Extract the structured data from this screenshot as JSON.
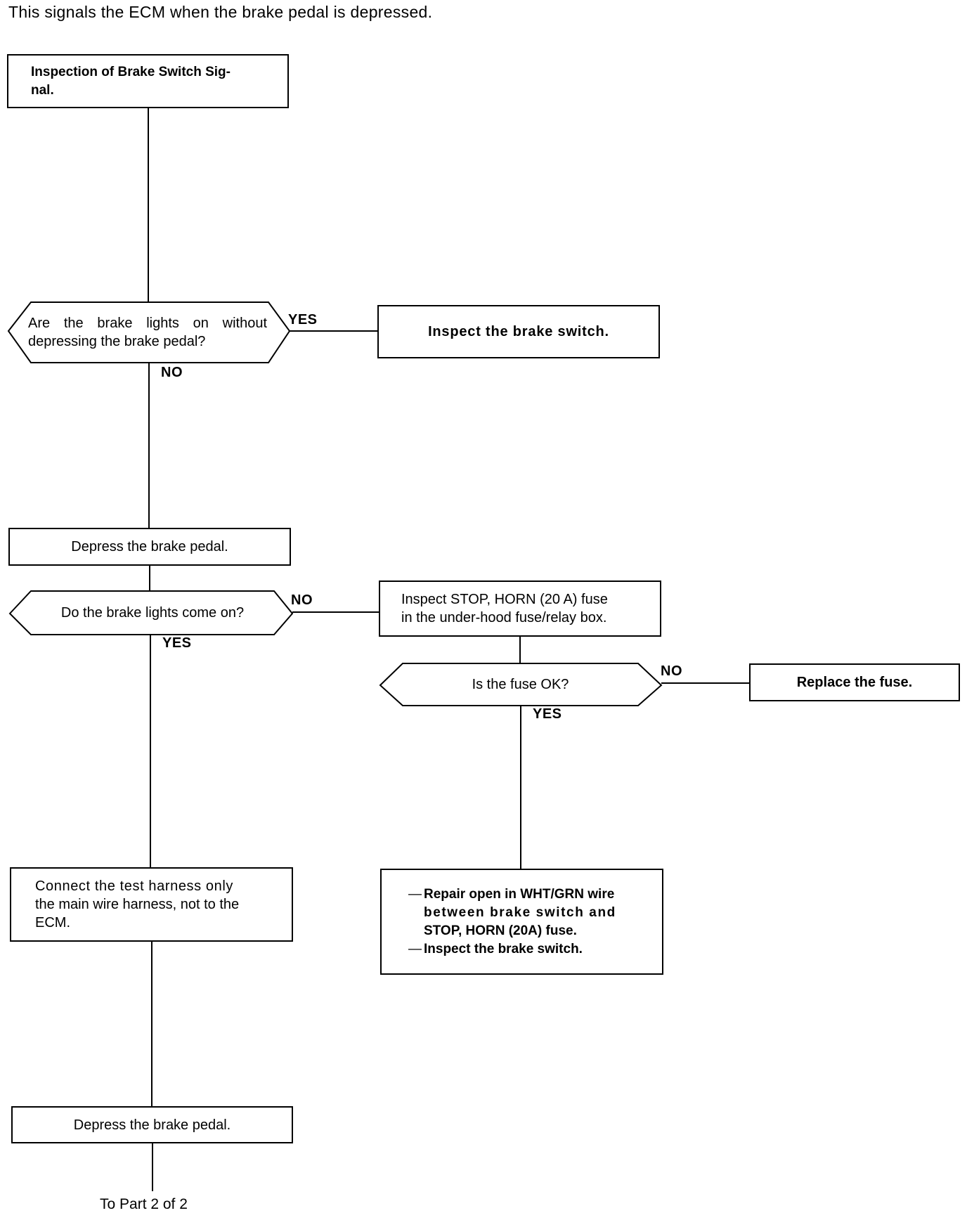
{
  "intro": "This signals the ECM when the brake pedal is depressed.",
  "start": {
    "line1": "Inspection of Brake Switch Sig-",
    "line2": "nal."
  },
  "q1": {
    "line1": "Are the brake lights on without",
    "line2": "depressing the brake pedal?",
    "yes": "YES",
    "no": "NO"
  },
  "inspect_switch": "Inspect the brake switch.",
  "depress1": "Depress the brake pedal.",
  "q2": {
    "text": "Do the brake lights come on?",
    "no": "NO",
    "yes": "YES"
  },
  "inspect_fuse": {
    "line1": "Inspect STOP, HORN (20 A) fuse",
    "line2": "in the under-hood fuse/relay box."
  },
  "q3": {
    "text": "Is the fuse OK?",
    "no": "NO",
    "yes": "YES"
  },
  "replace_fuse": "Replace the fuse.",
  "repair": {
    "item1_line1": "Repair open in WHT/GRN wire",
    "item1_line2": "between brake switch and",
    "item1_line3": "STOP, HORN (20A) fuse.",
    "item2": "Inspect the brake switch."
  },
  "connect": {
    "line1": "Connect the test harness only",
    "line2": "the main wire harness, not to the",
    "line3": "ECM."
  },
  "depress2": "Depress the brake pedal.",
  "footer": "To Part 2 of 2"
}
